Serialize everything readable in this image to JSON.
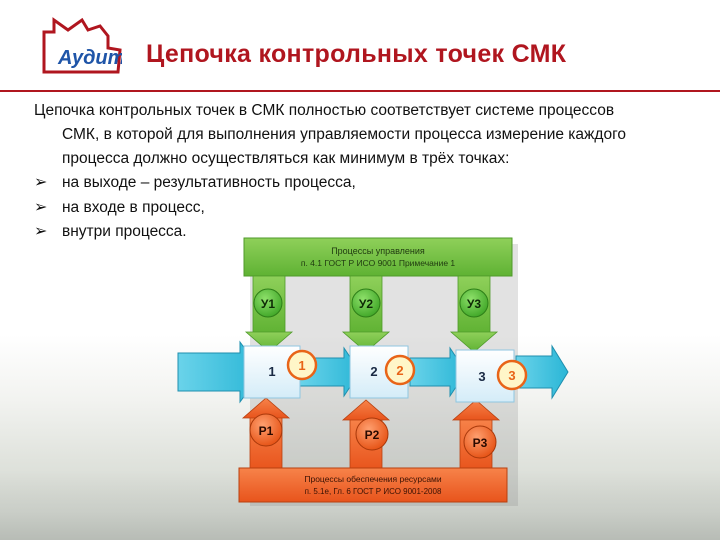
{
  "logo": {
    "text": "Аудит"
  },
  "title": "Цепочка контрольных точек СМК",
  "intro": {
    "line1": "Цепочка контрольных точек в СМК полностью соответствует системе процессов",
    "line2": "СМК, в которой для выполнения управляемости процесса измерение каждого",
    "line3": "процесса должно осуществляться как минимум в трёх точках:"
  },
  "bullets": [
    "на выходе – результативность процесса,",
    "на входе в процесс,",
    "внутри процесса."
  ],
  "diagram": {
    "management_box": {
      "line1": "Процессы управления",
      "line2": "п. 4.1 ГОСТ Р ИСО 9001 Примечание  1"
    },
    "resource_box": {
      "line1": "Процессы обеспечения ресурсами",
      "line2": "п. 5.1e, Гл. 6 ГОСТ Р ИСО 9001-2008"
    },
    "processes": [
      "1",
      "2",
      "3"
    ],
    "checkpoints": [
      "1",
      "2",
      "3"
    ],
    "management_nodes": [
      "У1",
      "У2",
      "У3"
    ],
    "resource_nodes": [
      "Р1",
      "Р2",
      "Р3"
    ],
    "colors": {
      "green": "#77c043",
      "green_node": "#5cc038",
      "orange": "#f1662a",
      "cyan_arrow": "#3ec3df",
      "process_fill": "#e6f4fb",
      "title_red": "#b0161f"
    }
  }
}
